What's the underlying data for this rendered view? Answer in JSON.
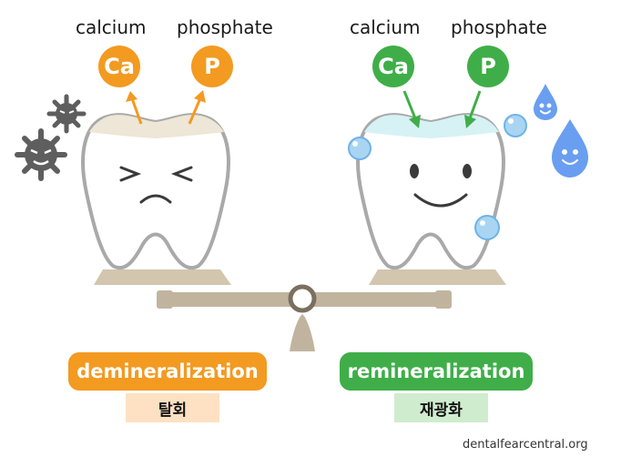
{
  "left": {
    "ion_labels": [
      "calcium",
      "phosphate"
    ],
    "ion_symbols": [
      "Ca",
      "P"
    ],
    "process": "demineralization",
    "process_ko": "탈회",
    "color": "#f39a21",
    "ko_bg": "#fde1c2"
  },
  "right": {
    "ion_labels": [
      "calcium",
      "phosphate"
    ],
    "ion_symbols": [
      "Ca",
      "P"
    ],
    "process": "remineralization",
    "process_ko": "재광화",
    "color": "#3fae49",
    "ko_bg": "#cfeccf"
  },
  "credit": "dentalfearcentral.org"
}
